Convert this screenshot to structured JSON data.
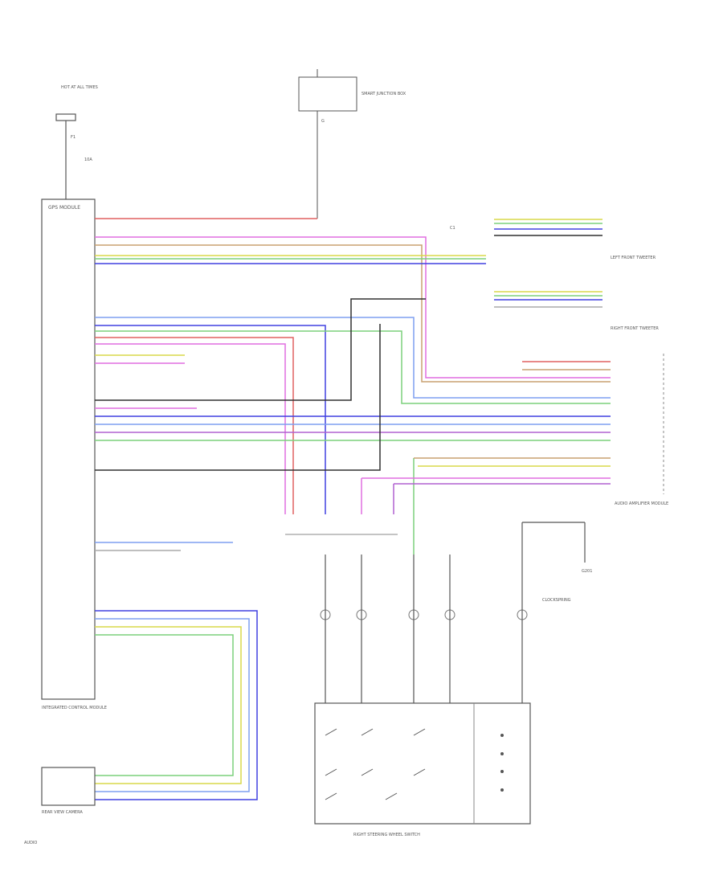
{
  "colors": {
    "background": "#ffffff",
    "outline": "#555555",
    "wire_red": "#e06060",
    "wire_pink": "#e06fe0",
    "wire_violet": "#b060d0",
    "wire_green": "#7cd07c",
    "wire_yellow": "#d8d84a",
    "wire_blue": "#4040e0",
    "wire_lightblue": "#7f9ff0",
    "wire_black": "#303030",
    "wire_brown": "#c8a070",
    "wire_gray": "#aaaaaa"
  },
  "labels": {
    "fuse_top": "HOT AT ALL TIMES",
    "fuse_ref": "F1",
    "fuse_rating": "10A",
    "relay_box": "SMART JUNCTION BOX",
    "ground_top": "G",
    "module_title": "GPS MODULE",
    "module_caption": "INTEGRATED CONTROL MODULE",
    "connector_top_right": "C1",
    "speaker_front_left": "LEFT FRONT TWEETER",
    "speaker_front_right": "RIGHT FRONT TWEETER",
    "right_connector_box": "AUDIO AMPLIFIER MODULE",
    "ground_right": "G201",
    "bottom_switch_caption": "RIGHT STEERING WHEEL SWITCH",
    "bottom_left_module": "REAR VIEW CAMERA",
    "clockspring": "CLOCKSPRING",
    "page_ref": "AUDIO"
  },
  "icons": {
    "fuse": "fuse-icon",
    "ground": "ground-icon",
    "connector": "connector-icon",
    "switch": "switch-icon"
  }
}
